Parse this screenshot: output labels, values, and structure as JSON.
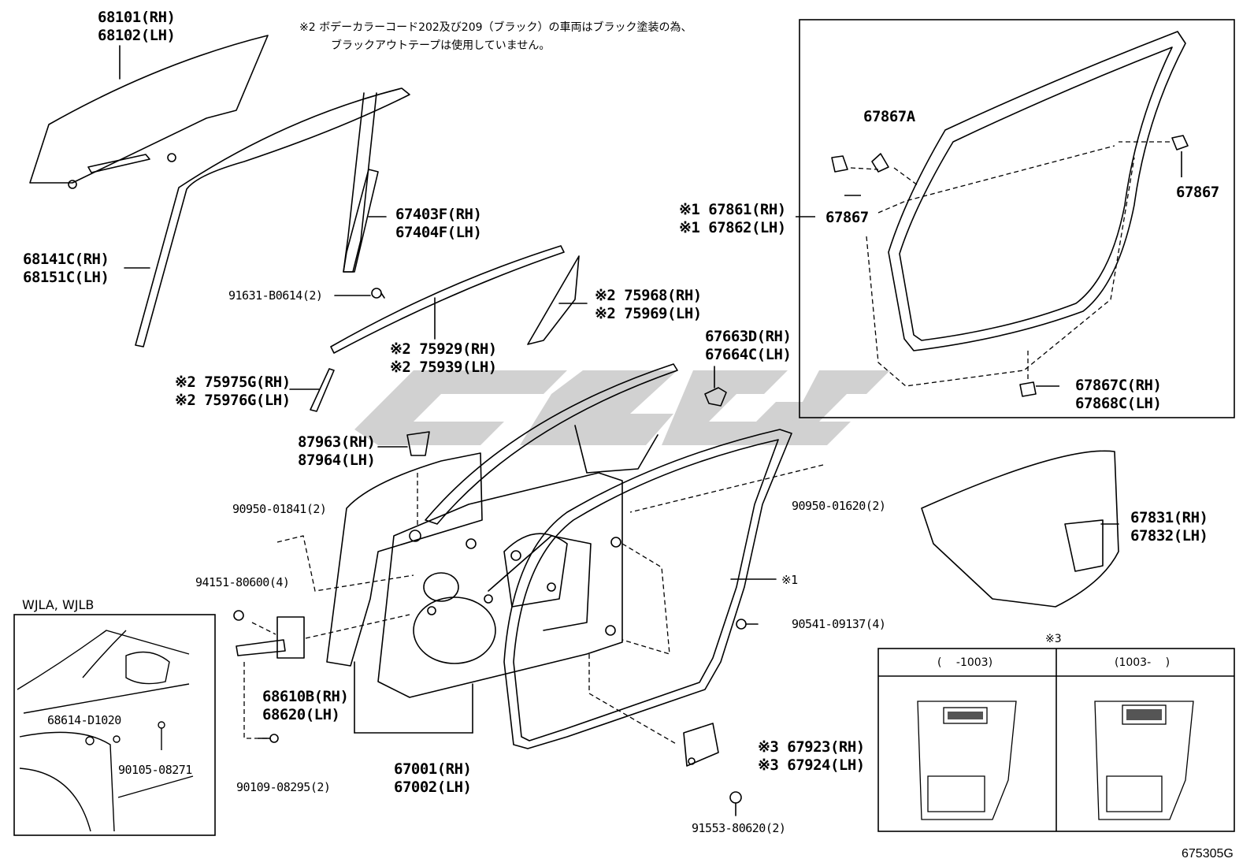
{
  "notes": {
    "line1": "※2  ボデーカラーコード202及び209（ブラック）の車両はブラック塗装の為、",
    "line2": "ブラックアウトテープは使用していません。"
  },
  "labels": {
    "l68101": "68101(RH)",
    "l68102": "68102(LH)",
    "l67403f": "67403F(RH)",
    "l67404f": "67404F(LH)",
    "l68141c": "68141C(RH)",
    "l68151c": "68151C(LH)",
    "l91631": "91631-B0614(2)",
    "l75968": "※2 75968(RH)",
    "l75969": "※2 75969(LH)",
    "l75929": "※2 75929(RH)",
    "l75939": "※2 75939(LH)",
    "l67663d": "67663D(RH)",
    "l67664c": "67664C(LH)",
    "l75975g": "※2 75975G(RH)",
    "l75976g": "※2 75976G(LH)",
    "l87963": "87963(RH)",
    "l87964": "87964(LH)",
    "l90950_01841": "90950-01841(2)",
    "l90950_01620": "90950-01620(2)",
    "l94151": "94151-80600(4)",
    "lmark1": "※1",
    "l90541": "90541-09137(4)",
    "l68610b": "68610B(RH)",
    "l68620": "68620(LH)",
    "l67001": "67001(RH)",
    "l67002": "67002(LH)",
    "l67923": "※3 67923(RH)",
    "l67924": "※3 67924(LH)",
    "l90109": "90109-08295(2)",
    "l91553": "91553-80620(2)",
    "l67861": "※1 67861(RH)",
    "l67862": "※1 67862(LH)",
    "l67867a": "67867A",
    "l67867_left": "67867",
    "l67867_right": "67867",
    "l67867c": "67867C(RH)",
    "l67868c": "67868C(LH)",
    "l67831": "67831(RH)",
    "l67832": "67832(LH)"
  },
  "inset_wjla": {
    "title": "WJLA, WJLB",
    "part1": "68614-D1020",
    "part2": "90105-08271"
  },
  "inset_note3": {
    "title": "※3",
    "col1": "(　 -1003)",
    "col2": "(1003-　 )"
  },
  "figure_id": "675305G",
  "watermark": "ZEGO"
}
